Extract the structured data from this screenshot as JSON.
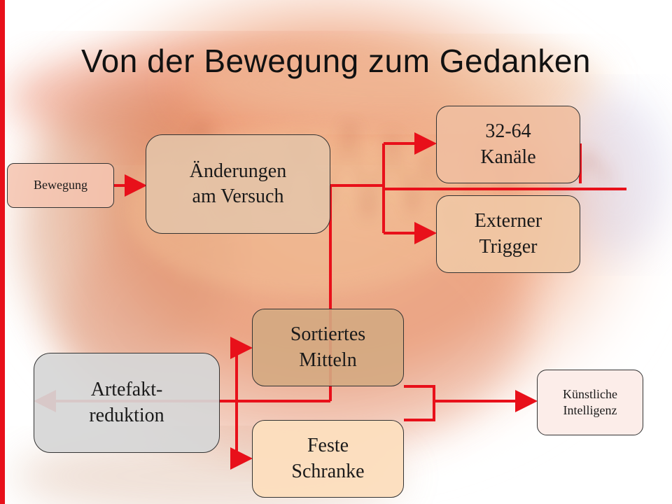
{
  "title": "Von der Bewegung zum Gedanken",
  "nodes": {
    "bewegung": "Bewegung",
    "aenderungen": "Änderungen\nam Versuch",
    "kanaele": "32-64\nKanäle",
    "trigger": "Externer\nTrigger",
    "sortiertes": "Sortiertes\nMitteln",
    "artefakt": "Artefakt-\nreduktion",
    "feste": "Feste\nSchranke",
    "ki": "Künstliche\nIntelligenz"
  },
  "colors": {
    "accent": "#e8101a",
    "arrow": "#e8101a",
    "background_glow": "#f2b89a"
  }
}
